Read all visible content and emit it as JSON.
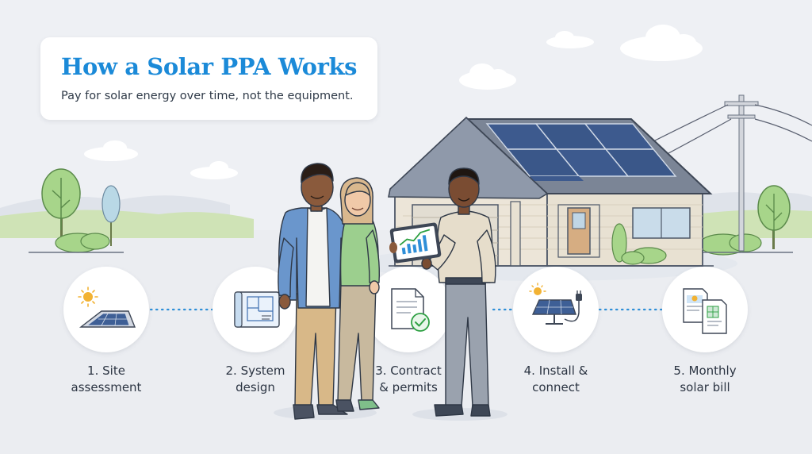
{
  "header": {
    "title": "How a Solar PPA Works",
    "subtitle": "Pay for solar energy over time, not the equipment."
  },
  "steps": [
    {
      "number": "1.",
      "line1": "Site",
      "line2": "assessment",
      "icon": "roof-sun-icon"
    },
    {
      "number": "2.",
      "line1": "System",
      "line2": "design",
      "icon": "blueprint-icon"
    },
    {
      "number": "3.",
      "line1": "Contract",
      "line2": "& permits",
      "icon": "document-check-icon"
    },
    {
      "number": "4.",
      "line1": "Install &",
      "line2": "connect",
      "icon": "solar-panel-plug-icon"
    },
    {
      "number": "5.",
      "line1": "Monthly",
      "line2": "solar bill",
      "icon": "solar-bill-icon"
    }
  ],
  "colors": {
    "title": "#1b8ad8",
    "accent_green": "#2ea043",
    "sun": "#f2b233",
    "panel": "#3e5f96",
    "background": "#eef0f4"
  }
}
